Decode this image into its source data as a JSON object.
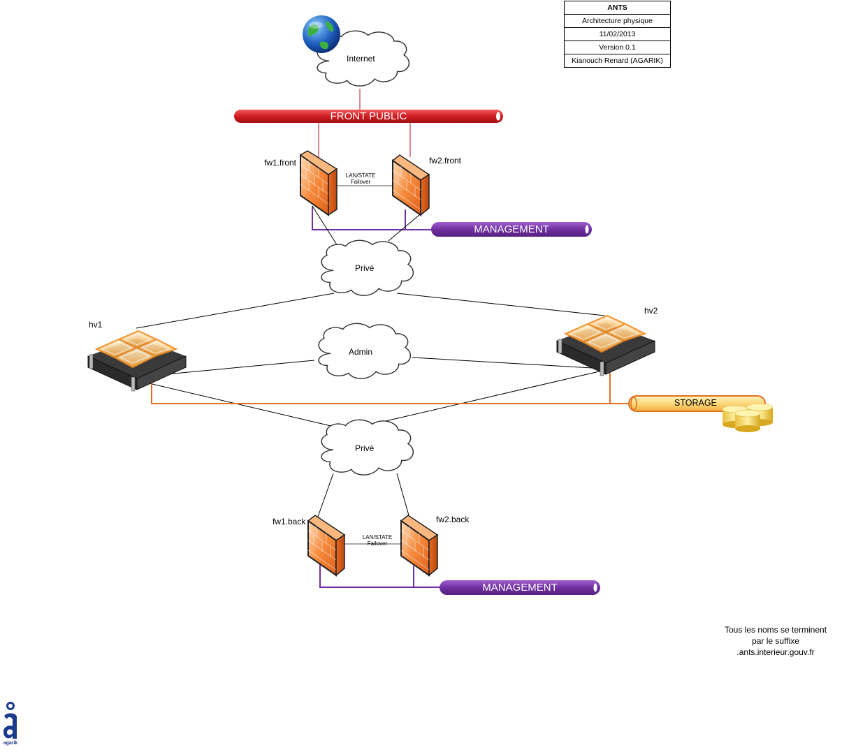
{
  "title_block": {
    "project": "ANTS",
    "subtitle": "Architecture physique",
    "date": "11/02/2013",
    "version": "Version 0.1",
    "author": "Kianouch Renard (AGARIK)"
  },
  "clouds": {
    "internet": "Internet",
    "prive_top": "Privé",
    "admin": "Admin",
    "prive_bottom": "Privé"
  },
  "networks": {
    "front_public": "FRONT PUBLIC",
    "management_top": "MANAGEMENT",
    "management_bottom": "MANAGEMENT",
    "storage": "STORAGE"
  },
  "devices": {
    "fw1_front": "fw1.front",
    "fw2_front": "fw2.front",
    "hv1": "hv1",
    "hv2": "hv2",
    "fw1_back": "fw1.back",
    "fw2_back": "fw2.back"
  },
  "links": {
    "failover_top_line1": "LAN/STATE",
    "failover_top_line2": "Failover",
    "failover_bottom_line1": "LAN/STATE",
    "failover_bottom_line2": "Failover"
  },
  "note": {
    "line1": "Tous les noms se terminent",
    "line2": "par le suffixe",
    "line3": ".ants.interieur.gouv.fr"
  },
  "logo": {
    "glyph": "à",
    "text": "agarik"
  },
  "colors": {
    "front_public": "#d01c22",
    "management": "#7030a0",
    "storage_line": "#e07020",
    "storage_pipe": "#fcd77a",
    "firewall": "#f58a3c",
    "server_disk": "#f9b865",
    "logo": "#1b3a8c"
  }
}
